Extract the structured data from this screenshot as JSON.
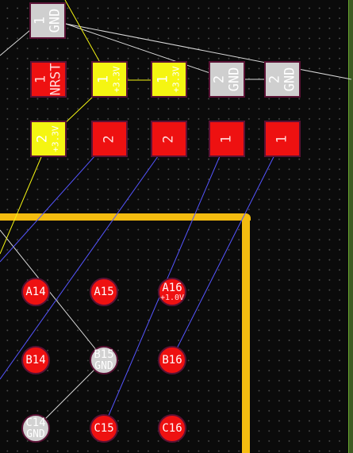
{
  "connector_pads": [
    {
      "id": "gnd-top",
      "number": "1",
      "net": "GND",
      "color": "gray"
    },
    {
      "id": "nrst",
      "number": "1",
      "net": "NRST",
      "color": "red"
    },
    {
      "id": "p33a",
      "number": "1",
      "net": "+3.3V",
      "color": "yellow"
    },
    {
      "id": "p33b",
      "number": "1",
      "net": "+3.3V",
      "color": "yellow"
    },
    {
      "id": "gnd2a",
      "number": "2",
      "net": "GND",
      "color": "gray"
    },
    {
      "id": "gnd2b",
      "number": "2",
      "net": "GND",
      "color": "gray"
    },
    {
      "id": "p33c",
      "number": "2",
      "net": "+3.3V",
      "color": "yellow"
    },
    {
      "id": "r2a",
      "number": "2",
      "net": "",
      "color": "red"
    },
    {
      "id": "r2b",
      "number": "2",
      "net": "",
      "color": "red"
    },
    {
      "id": "r1a",
      "number": "1",
      "net": "",
      "color": "red"
    },
    {
      "id": "r1b",
      "number": "1",
      "net": "",
      "color": "red"
    }
  ],
  "bga_balls": [
    {
      "id": "a14",
      "name": "A14",
      "net": "",
      "color": "red"
    },
    {
      "id": "a15",
      "name": "A15",
      "net": "",
      "color": "red"
    },
    {
      "id": "a16",
      "name": "A16",
      "net": "+1.0V",
      "color": "red"
    },
    {
      "id": "b14",
      "name": "B14",
      "net": "",
      "color": "red"
    },
    {
      "id": "b15",
      "name": "B15",
      "net": "GND",
      "color": "gray"
    },
    {
      "id": "b16",
      "name": "B16",
      "net": "",
      "color": "red"
    },
    {
      "id": "c14",
      "name": "C14",
      "net": "GND",
      "color": "gray"
    },
    {
      "id": "c15",
      "name": "C15",
      "net": "",
      "color": "red"
    },
    {
      "id": "c16",
      "name": "C16",
      "net": "",
      "color": "red"
    }
  ],
  "colors": {
    "background": "#0b0b0b",
    "pad_red": "#ee1111",
    "pad_yellow": "#f5f512",
    "pad_gray": "#cfcfcf",
    "courtyard": "#f4bc10",
    "ratsnest_white": "#d8d8d8",
    "ratsnest_blue": "#5555ff",
    "ratsnest_yellow": "#f5f512",
    "board_edge": "#6aa832"
  }
}
